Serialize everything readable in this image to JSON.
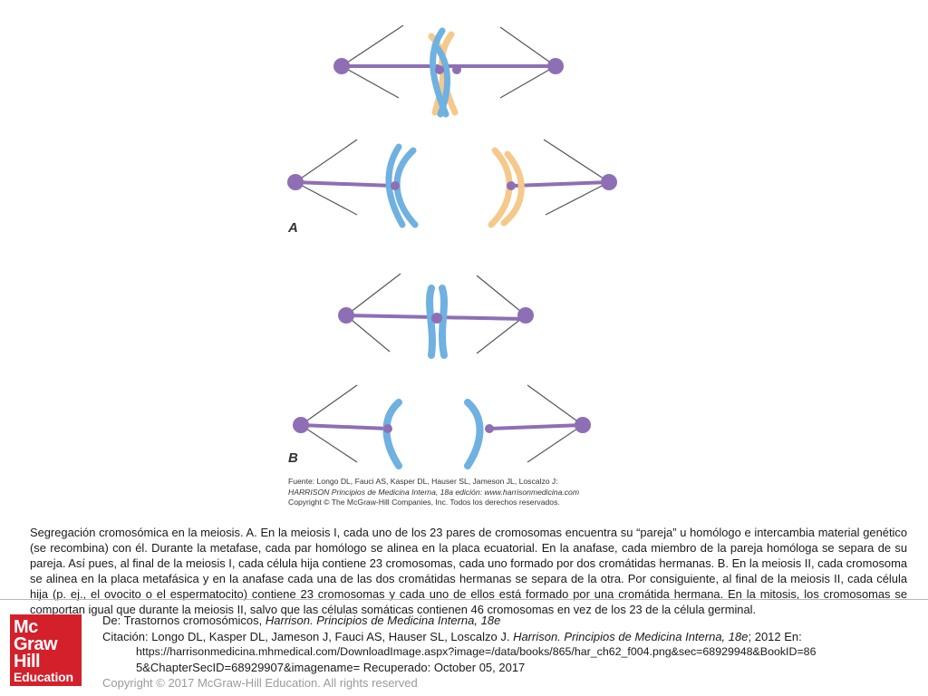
{
  "figure": {
    "panel_a_label": "A",
    "panel_b_label": "B",
    "source_lines": [
      "Fuente: Longo DL, Fauci AS, Kasper DL, Hauser SL, Jameson JL, Loscalzo J:",
      "HARRISON Principios de Medicina Interna, 18a edición: www.harrisonmedicina.com",
      "Copyright © The McGraw-Hill Companies, Inc. Todos los derechos reservados."
    ],
    "colors": {
      "spindle": "#8e6fb5",
      "pole": "#8e6fb5",
      "chromosome_blue": "#6fb1e0",
      "chromosome_orange": "#f5c98b",
      "chromosome_outline": "#4f94c8",
      "astral_ray": "#555555"
    },
    "icons": [
      "pole-icon",
      "chromosome-icon"
    ]
  },
  "caption": "Segregación cromosómica en la meiosis. A. En la meiosis I, cada uno de los 23 pares de cromosomas encuentra su “pareja” u homólogo e intercambia material genético (se recombina) con él. Durante la metafase, cada par homólogo se alinea en la placa ecuatorial. En la anafase, cada miembro de la pareja homóloga se separa de su pareja. Así pues, al final de la meiosis I, cada célula hija contiene 23 cromosomas, cada uno formado por dos cromátidas hermanas. B. En la meiosis II, cada cromosoma se alinea en la placa metafásica y en la anafase cada una de las dos cromátidas hermanas se separa de la otra. Por consiguiente, al final de la meiosis II, cada célula hija (p. ej., el ovocito o el espermatocito) contiene 23 cromosomas y cada uno de ellos está formado por una cromátida hermana. En la mitosis, los cromosomas se comportan igual que durante la meiosis II, salvo que las células somáticas contienen 46 cromosomas en vez de los 23 de la célula germinal.",
  "footer": {
    "from_prefix": "De: Trastornos cromosómicos, ",
    "from_book": "Harrison. Principios de Medicina Interna, 18e",
    "citation_prefix": "Citación: Longo DL, Kasper DL, Jameson J, Fauci AS, Hauser SL, Loscalzo J. ",
    "citation_book": "Harrison. Principios de Medicina Interna, 18e",
    "citation_suffix": "; 2012 En:",
    "url_line_1": "https://harrisonmedicina.mhmedical.com/DownloadImage.aspx?image=/data/books/865/har_ch62_f004.png&sec=68929948&BookID=86",
    "url_line_2": "5&ChapterSecID=68929907&imagename= Recuperado: October 05, 2017",
    "copyright": "Copyright © 2017 McGraw-Hill Education. All rights reserved"
  },
  "logo": {
    "line1": "Mc",
    "line2": "Graw",
    "line3": "Hill",
    "line4": "Education",
    "color": "#d3202b"
  }
}
